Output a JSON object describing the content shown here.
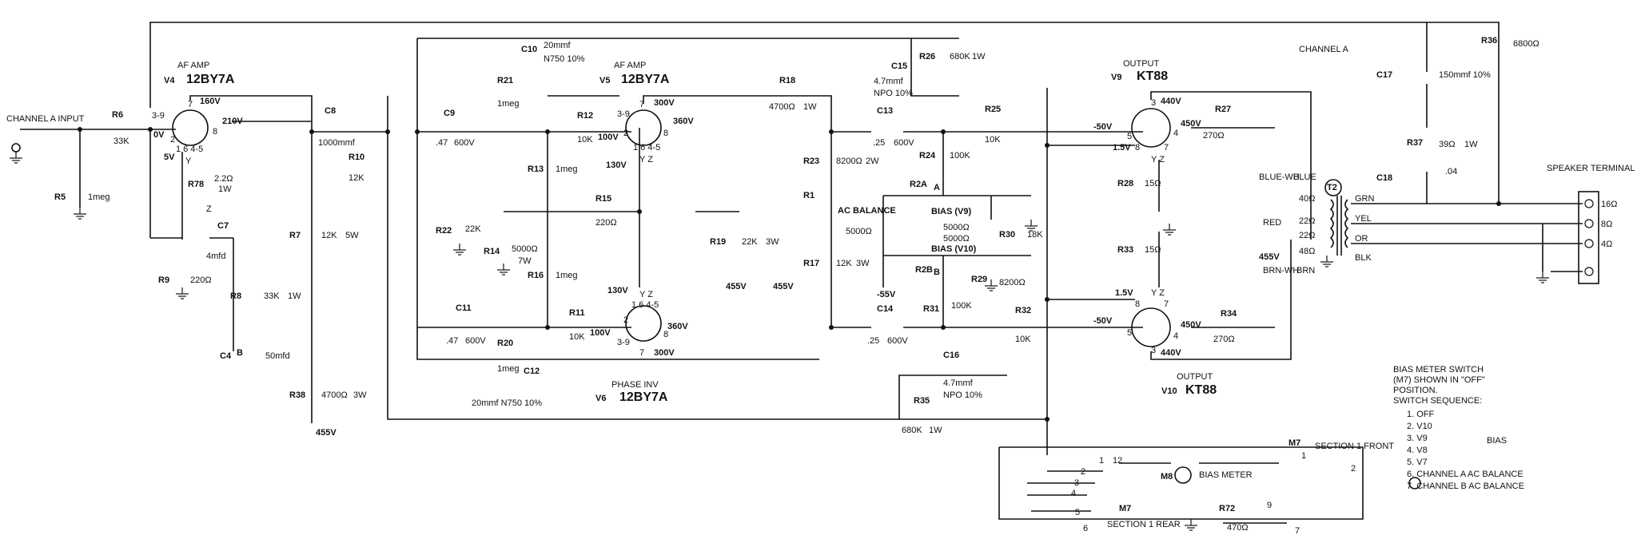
{
  "header": {
    "channel": "CHANNEL A",
    "input": "CHANNEL A INPUT"
  },
  "tubes": [
    {
      "ref": "V4",
      "role": "AF AMP",
      "type": "12BY7A"
    },
    {
      "ref": "V5",
      "role": "AF AMP",
      "type": "12BY7A"
    },
    {
      "ref": "V6",
      "role": "PHASE INV",
      "type": "12BY7A"
    },
    {
      "ref": "V9",
      "role": "OUTPUT",
      "type": "KT88"
    },
    {
      "ref": "V10",
      "role": "OUTPUT",
      "type": "KT88"
    }
  ],
  "resistors": [
    {
      "ref": "R6",
      "value": "33K"
    },
    {
      "ref": "R5",
      "value": "1meg"
    },
    {
      "ref": "R78",
      "value": "2.2Ω",
      "power": "1W"
    },
    {
      "ref": "R9",
      "value": "220Ω"
    },
    {
      "ref": "R8",
      "value": "33K",
      "power": "1W"
    },
    {
      "ref": "R7",
      "value": "12K",
      "power": "5W"
    },
    {
      "ref": "R10",
      "value": "12K"
    },
    {
      "ref": "R38",
      "value": "4700Ω",
      "power": "3W"
    },
    {
      "ref": "R21",
      "value": "1meg"
    },
    {
      "ref": "R12",
      "value": "10K"
    },
    {
      "ref": "R13",
      "value": "1meg"
    },
    {
      "ref": "R15",
      "value": "220Ω"
    },
    {
      "ref": "R22",
      "value": "22K"
    },
    {
      "ref": "R14",
      "value": "5000Ω",
      "power": "7W"
    },
    {
      "ref": "R16",
      "value": "1meg"
    },
    {
      "ref": "R11",
      "value": "10K"
    },
    {
      "ref": "R20",
      "value": "1meg"
    },
    {
      "ref": "R18",
      "value": "4700Ω",
      "power": "1W"
    },
    {
      "ref": "R19",
      "value": "22K",
      "power": "3W"
    },
    {
      "ref": "R23",
      "value": "8200Ω",
      "power": "2W"
    },
    {
      "ref": "R1",
      "value": "5000Ω",
      "name": "AC BALANCE"
    },
    {
      "ref": "R17",
      "value": "12K",
      "power": "3W"
    },
    {
      "ref": "R26",
      "value": "680K",
      "power": "1W"
    },
    {
      "ref": "R24",
      "value": "100K"
    },
    {
      "ref": "R25",
      "value": "10K"
    },
    {
      "ref": "R2A",
      "value": "5000Ω",
      "name": "BIAS (V9)"
    },
    {
      "ref": "R2B",
      "value": "5000Ω",
      "name": "BIAS (V10)"
    },
    {
      "ref": "R30",
      "value": "18K"
    },
    {
      "ref": "R29",
      "value": "8200Ω"
    },
    {
      "ref": "R31",
      "value": "100K"
    },
    {
      "ref": "R32",
      "value": "10K"
    },
    {
      "ref": "R35",
      "value": "680K",
      "power": "1W"
    },
    {
      "ref": "R27",
      "value": "270Ω"
    },
    {
      "ref": "R28",
      "value": "15Ω"
    },
    {
      "ref": "R33",
      "value": "15Ω"
    },
    {
      "ref": "R34",
      "value": "270Ω"
    },
    {
      "ref": "R36",
      "value": "6800Ω"
    },
    {
      "ref": "R37",
      "value": "39Ω",
      "power": "1W"
    },
    {
      "ref": "R72",
      "value": "470Ω"
    }
  ],
  "capacitors": [
    {
      "ref": "C8",
      "value": "1000mmf"
    },
    {
      "ref": "C7",
      "value": "4mfd"
    },
    {
      "ref": "C4",
      "value": "50mfd"
    },
    {
      "ref": "C9",
      "value": ".47",
      "voltage": "600V"
    },
    {
      "ref": "C10",
      "value": "20mmf",
      "spec": "N750 10%"
    },
    {
      "ref": "C11",
      "value": ".47",
      "voltage": "600V"
    },
    {
      "ref": "C12",
      "value": "20mmf N750 10%"
    },
    {
      "ref": "C15",
      "value": "4.7mmf",
      "spec": "NPO 10%"
    },
    {
      "ref": "C13",
      "value": ".25",
      "voltage": "600V"
    },
    {
      "ref": "C14",
      "value": ".25",
      "voltage": "600V"
    },
    {
      "ref": "C16",
      "value": "4.7mmf",
      "spec": "NPO 10%"
    },
    {
      "ref": "C17",
      "value": "150mmf 10%"
    },
    {
      "ref": "C18",
      "value": ".04"
    }
  ],
  "voltages": {
    "v4_plate": "160V",
    "v4_screen": "210V",
    "v4_zero": "0V",
    "v4_cathode": "5V",
    "v5_plate": "300V",
    "v5_screen": "360V",
    "v5_grid": "100V",
    "v5_cath": "130V",
    "v6_plate": "300V",
    "v6_screen": "360V",
    "v6_grid": "100V",
    "v6_cath": "130V",
    "b455": "455V",
    "neg55": "-55V",
    "v9_plate": "440V",
    "v9_screen": "450V",
    "v9_grid": "-50V",
    "v9_cath": "1.5V",
    "v10_plate": "440V",
    "v10_screen": "450V",
    "v10_grid": "-50V",
    "v10_cath": "1.5V"
  },
  "pins": {
    "p39": "3-9",
    "p7": "7",
    "p2": "2",
    "p8": "8",
    "p1645": "1 6 4-5",
    "pyz": "Y Z",
    "py": "Y",
    "pz": "Z",
    "p3": "3",
    "p4": "4",
    "p5": "5",
    "p8b": "8",
    "p7b": "7",
    "b": "B",
    "a": "A"
  },
  "transformer": {
    "ref": "T2",
    "leads": [
      "BLUE-WH",
      "BLUE",
      "RED",
      "BRN-WH",
      "BRN",
      "GRN",
      "YEL",
      "OR",
      "BLK"
    ],
    "taps": [
      "40Ω",
      "22Ω",
      "22Ω",
      "48Ω"
    ]
  },
  "speaker": {
    "title": "SPEAKER TERMINAL BOARD",
    "taps": [
      "16Ω",
      "8Ω",
      "4Ω"
    ]
  },
  "meter": {
    "m8": "M8",
    "m8_label": "BIAS METER",
    "m7": "M7",
    "front": "SECTION 1 FRONT",
    "rear": "SECTION 1 REAR",
    "positions": [
      "1",
      "2",
      "3",
      "4",
      "5",
      "6",
      "7",
      "9",
      "12"
    ]
  },
  "note": {
    "lines": [
      "BIAS METER SWITCH",
      "(M7) SHOWN IN \"OFF\"",
      "POSITION.",
      "SWITCH SEQUENCE:"
    ],
    "sequence": [
      "1.  OFF",
      "2.  V10",
      "3.  V9",
      "4.  V8",
      "5.  V7",
      "6.  CHANNEL A  AC BALANCE",
      "7.  CHANNEL B  AC BALANCE"
    ],
    "bias": "BIAS"
  }
}
